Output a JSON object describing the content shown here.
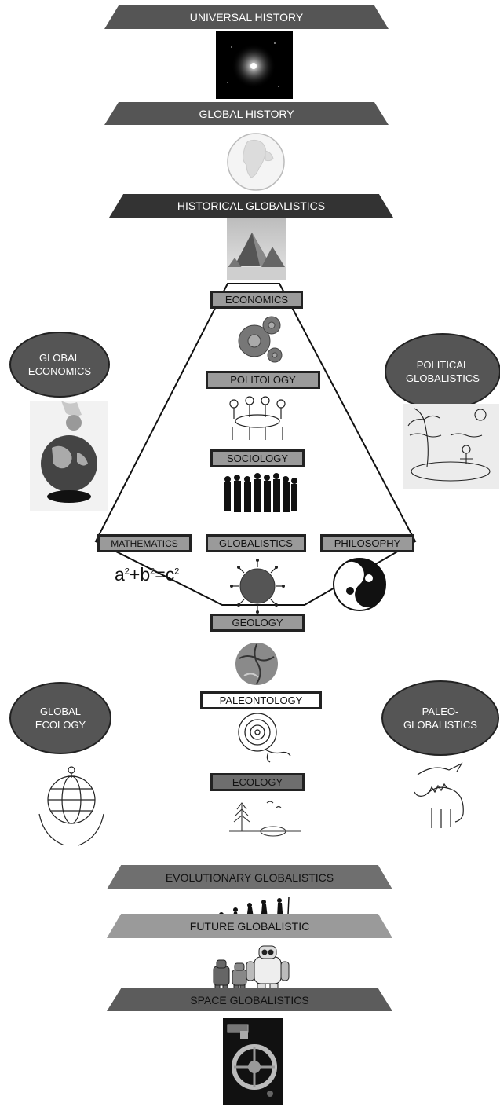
{
  "top_levels": {
    "universal_history": "UNIVERSAL HISTORY",
    "global_history": "GLOBAL HISTORY",
    "historical_globalistics": "HISTORICAL GLOBALISTICS"
  },
  "core_disciplines": {
    "economics": "ECONOMICS",
    "politology": "POLITOLOGY",
    "sociology": "SOCIOLOGY",
    "mathematics": "MATHEMATICS",
    "globalistics": "GLOBALISTICS",
    "philosophy": "PHILOSOPHY",
    "geology": "GEOLOGY",
    "paleontology": "PALEONTOLOGY",
    "ecology": "ECOLOGY"
  },
  "formula": {
    "a": "a",
    "b": "b",
    "c": "c",
    "exp": "2",
    "plus": "+",
    "eq": "="
  },
  "side_fields": {
    "global_economics": "GLOBAL\nECONOMICS",
    "political_globalistics": "POLITICAL\nGLOBALISTICS",
    "global_ecology": "GLOBAL\nECOLOGY",
    "paleo_globalistics": "PALEO-\nGLOBALISTICS"
  },
  "bottom_levels": {
    "evolutionary_globalistics": "EVOLUTIONARY GLOBALISTICS",
    "future_globalistic": "FUTURE GLOBALISTIC",
    "space_globalistics": "SPACE GLOBALISTICS"
  },
  "icons": [
    "galaxy-image",
    "globe-image",
    "pyramids-image",
    "gears-icon",
    "meeting-sketch-image",
    "crowd-silhouette-image",
    "globe-people-icon",
    "yin-yang-icon",
    "broken-sphere-image",
    "ammonite-fossil-image",
    "ecosystem-sketch-image",
    "piggy-bank-globe-image",
    "island-sketch-image",
    "hands-holding-globe-image",
    "dinosaur-sketch-image",
    "human-evolution-image",
    "robots-image",
    "space-station-image"
  ],
  "colors": {
    "dark_band": "#555555",
    "label_gray": "#9a9a9a",
    "ellipse": "#555555"
  }
}
